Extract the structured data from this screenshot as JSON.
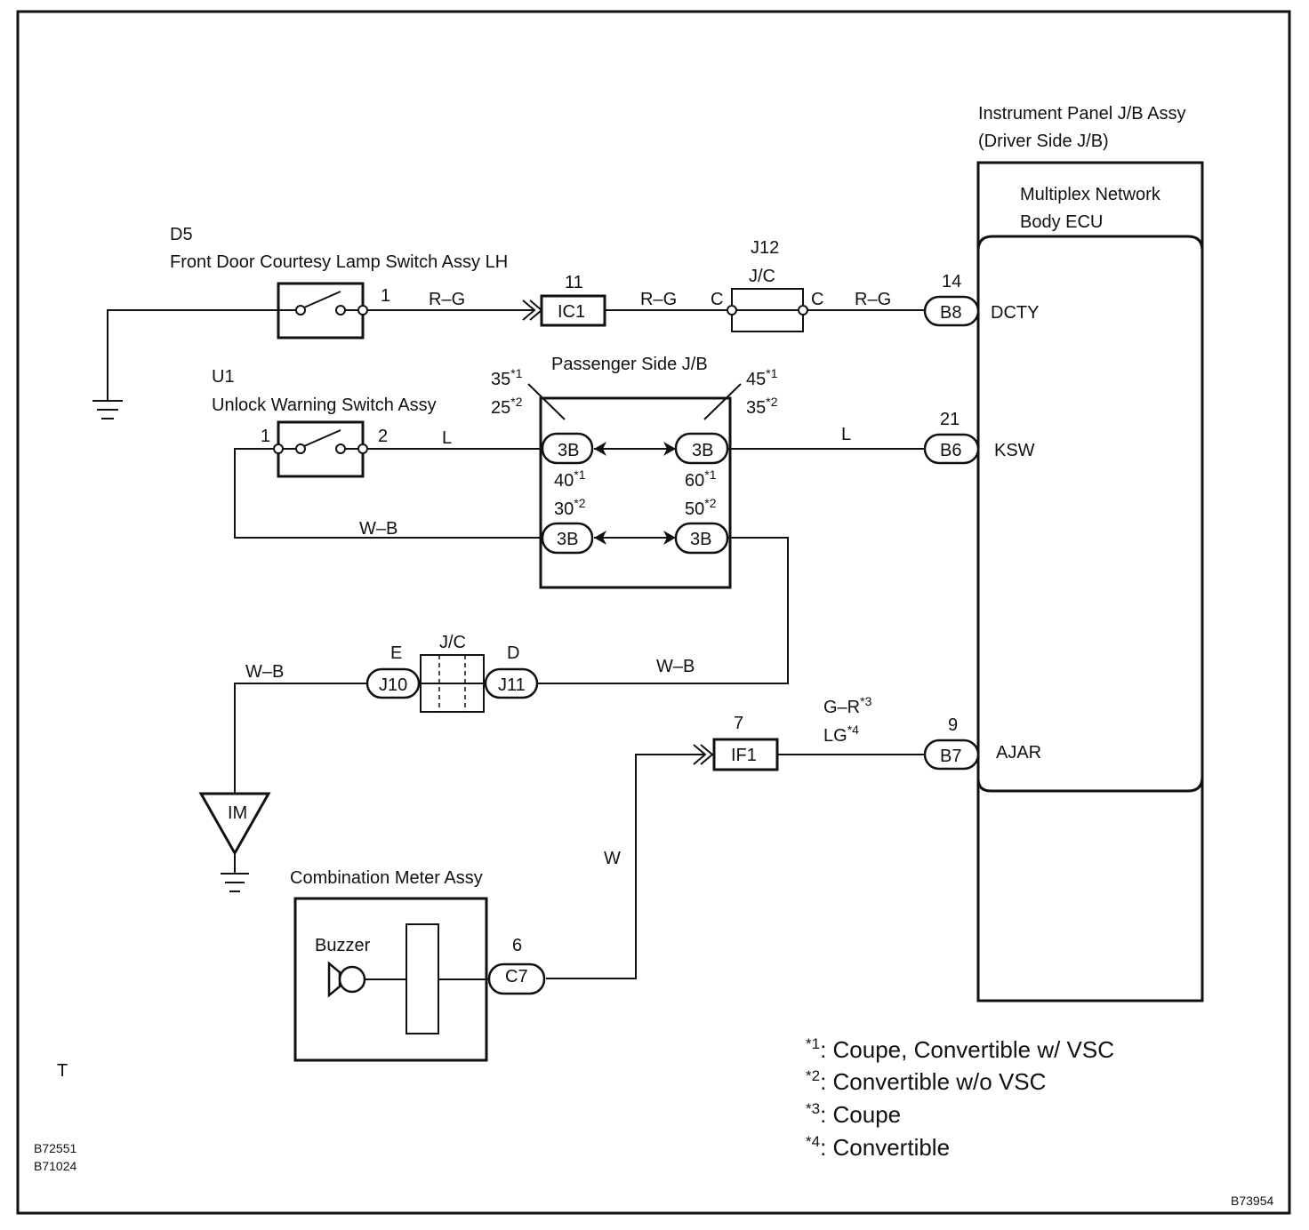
{
  "outer_code": "T",
  "codes": {
    "left_1": "B72551",
    "left_2": "B71024",
    "right": "B73954"
  },
  "ecu": {
    "jb_title_line1": "Instrument Panel J/B Assy",
    "jb_title_line2": "(Driver Side J/B)",
    "ecu_title_line1": "Multiplex Network",
    "ecu_title_line2": "Body ECU",
    "terminals": [
      {
        "pin": "14",
        "connector": "B8",
        "signal": "DCTY"
      },
      {
        "pin": "21",
        "connector": "B6",
        "signal": "KSW"
      },
      {
        "pin": "9",
        "connector": "B7",
        "signal": "AJAR"
      }
    ]
  },
  "door_switch": {
    "code": "D5",
    "name": "Front Door Courtesy Lamp Switch Assy LH",
    "pin": "1",
    "wire": "R–G"
  },
  "ic1": {
    "pin": "11",
    "label": "IC1",
    "wire_after": "R–G"
  },
  "j12": {
    "code": "J12",
    "type": "J/C",
    "left_pin": "C",
    "right_pin": "C",
    "wire_after": "R–G"
  },
  "unlock_switch": {
    "code": "U1",
    "name": "Unlock Warning Switch Assy",
    "pin_left": "1",
    "pin_right": "2",
    "wire_right": "L",
    "wire_left": "W–B"
  },
  "passenger_jb": {
    "title": "Passenger Side J/B",
    "connector_label": "3B",
    "pins_left_top": {
      "a": "35",
      "a_note": "*1",
      "b": "25",
      "b_note": "*2"
    },
    "pins_right_top": {
      "a": "45",
      "a_note": "*1",
      "b": "35",
      "b_note": "*2"
    },
    "pins_left_mid": {
      "a": "40",
      "a_note": "*1",
      "b": "30",
      "b_note": "*2"
    },
    "pins_right_mid": {
      "a": "60",
      "a_note": "*1",
      "b": "50",
      "b_note": "*2"
    },
    "wire_to_ecu": "L",
    "wire_out": "W–B"
  },
  "jc_ground": {
    "type": "J/C",
    "left_pin": "E",
    "right_pin": "D",
    "left_connector": "J10",
    "right_connector": "J11",
    "wire_left": "W–B",
    "ground_label": "IM"
  },
  "if1": {
    "pin": "7",
    "label": "IF1",
    "wire_after_line1": "G–R",
    "wire_after_note1": "*3",
    "wire_after_line2": "LG",
    "wire_after_note2": "*4",
    "wire_before": "W"
  },
  "meter": {
    "name": "Combination Meter Assy",
    "buzzer": "Buzzer",
    "pin": "6",
    "connector": "C7"
  },
  "legend": [
    {
      "mark": "*1",
      "text": ": Coupe, Convertible w/ VSC"
    },
    {
      "mark": "*2",
      "text": ": Convertible w/o VSC"
    },
    {
      "mark": "*3",
      "text": ": Coupe"
    },
    {
      "mark": "*4",
      "text": ": Convertible"
    }
  ]
}
